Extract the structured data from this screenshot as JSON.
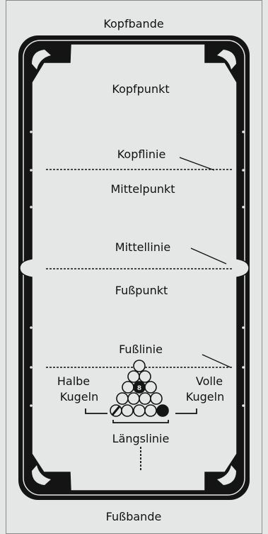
{
  "labels": {
    "head_rail": "Kopfbande",
    "head_spot": "Kopfpunkt",
    "head_string": "Kopflinie",
    "center_spot": "Mittelpunkt",
    "center_string": "Mittellinie",
    "foot_spot": "Fußpunkt",
    "foot_string": "Fußlinie",
    "stripes": [
      "Halbe",
      "Kugeln"
    ],
    "solids": [
      "Volle",
      "Kugeln"
    ],
    "long_string": "Längslinie",
    "foot_rail": "Fußbande"
  },
  "rack": {
    "eight_ball_label": "8"
  },
  "colors": {
    "background": "#e5e7e6",
    "table_frame": "#141414",
    "cloth": "#e5e7e6",
    "text": "#111111"
  }
}
